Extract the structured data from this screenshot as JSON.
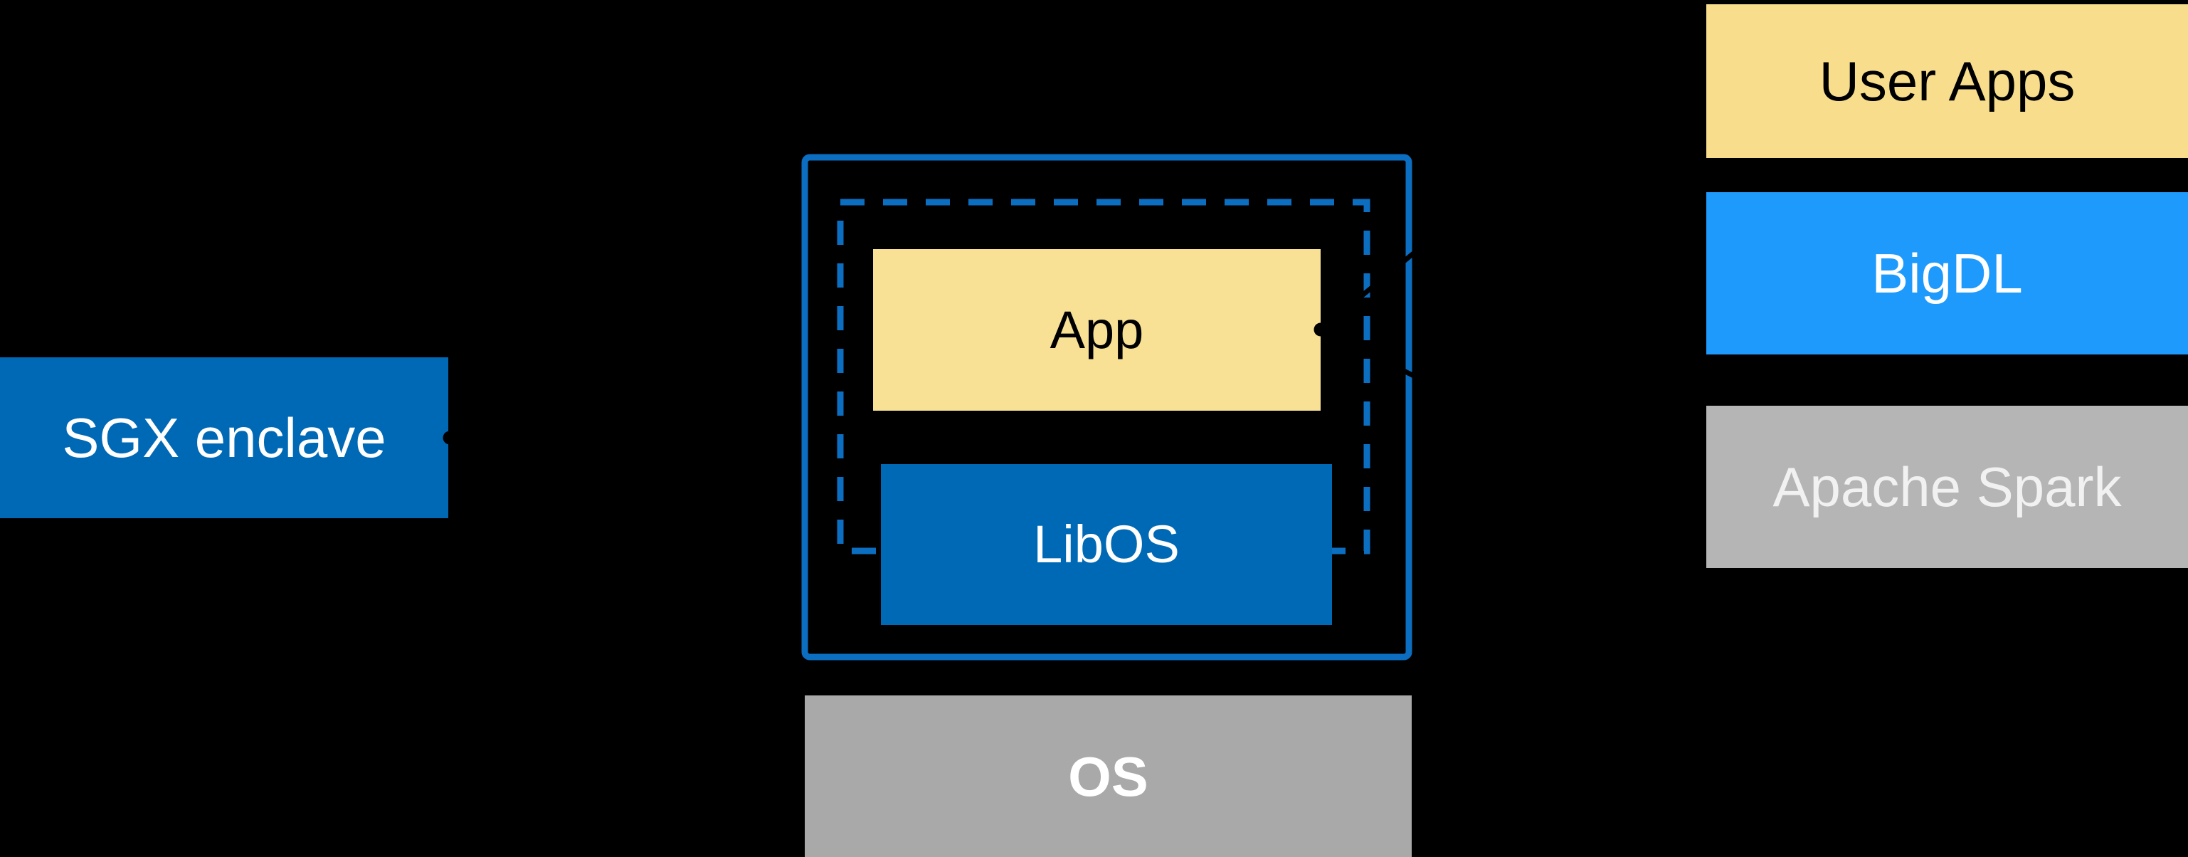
{
  "diagram": {
    "description": "Architecture diagram: SGX enclave running an App on LibOS over OS, with User Apps / BigDL / Apache Spark stack mapped to the App",
    "background_color": "#000000"
  },
  "labels": {
    "sgx": "SGX enclave",
    "app": "App",
    "libos": "LibOS",
    "os": "OS",
    "user_apps": "User Apps",
    "bigdl": "BigDL",
    "spark": "Apache Spark"
  },
  "colors": {
    "background": "#000000",
    "intel_blue_fill": "#0069B5",
    "border_blue": "#0C6EC0",
    "bigdl_blue": "#1E9AFD",
    "app_yellow": "#F8E094",
    "user_apps_yellow": "#F8DE8C",
    "os_gray": "#A9A9A9",
    "spark_gray": "#B5B5B5",
    "spark_text": "#F1F1F2",
    "connector_black": "#000000"
  },
  "connectors": [
    {
      "from": "sgx-enclave-label-box",
      "to": "enclave-outer-border",
      "style": "black line with dot at source"
    },
    {
      "from": "right-stack",
      "to": "app-box",
      "style": "black converging lines with dot at target"
    }
  ]
}
